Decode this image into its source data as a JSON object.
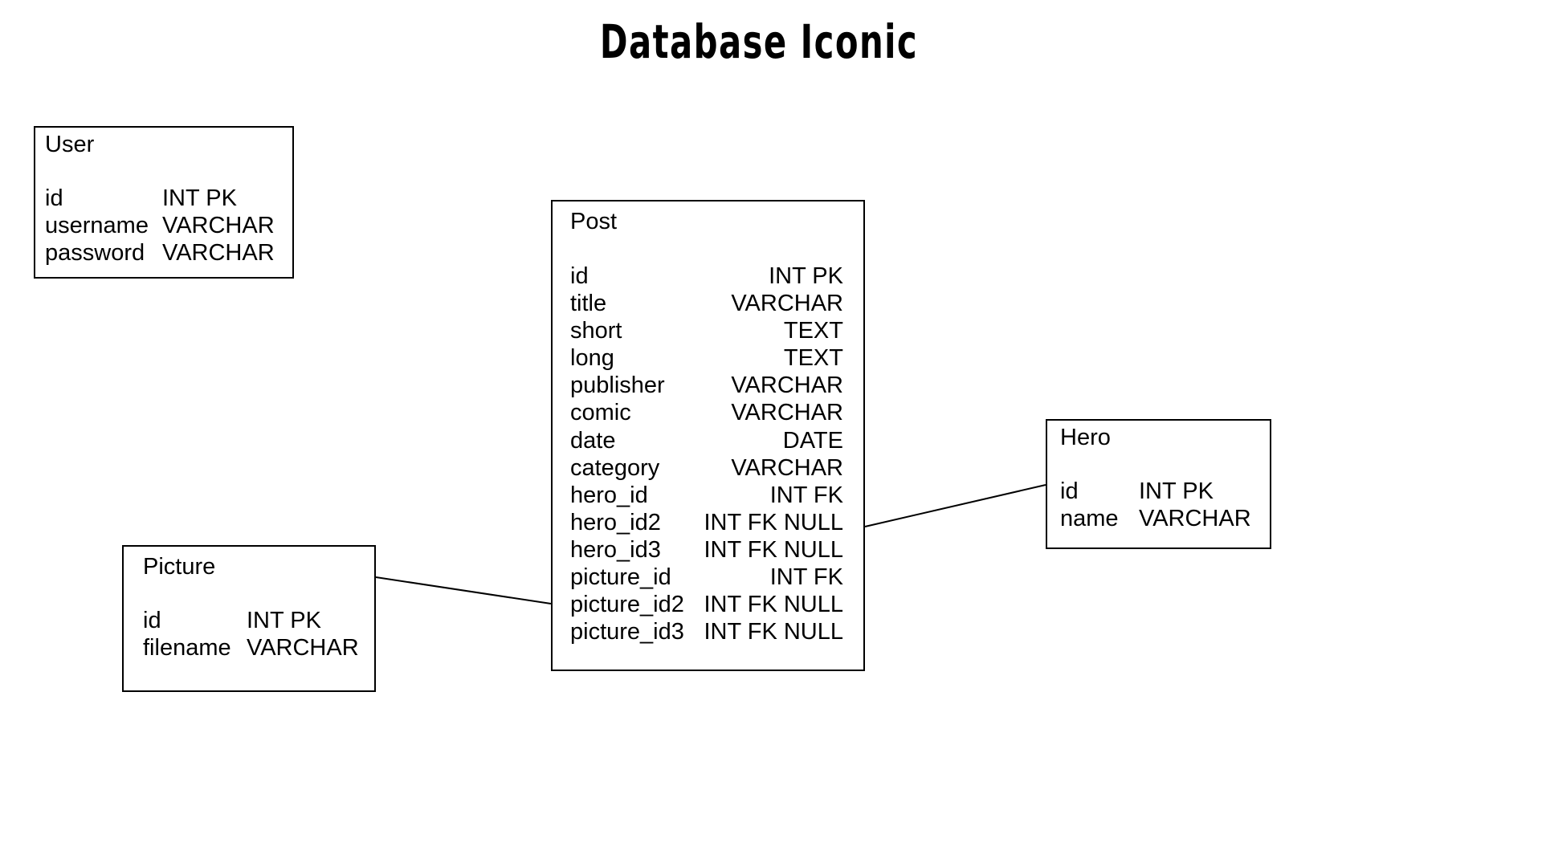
{
  "diagram": {
    "title": "Database Iconic"
  },
  "entities": {
    "user": {
      "name": "User",
      "fields": [
        {
          "name": "id",
          "type": "INT PK"
        },
        {
          "name": "username",
          "type": "VARCHAR"
        },
        {
          "name": "password",
          "type": "VARCHAR"
        }
      ]
    },
    "post": {
      "name": "Post",
      "fields": [
        {
          "name": "id",
          "type": "INT PK"
        },
        {
          "name": "title",
          "type": "VARCHAR"
        },
        {
          "name": "short",
          "type": "TEXT"
        },
        {
          "name": "long",
          "type": "TEXT"
        },
        {
          "name": "publisher",
          "type": "VARCHAR"
        },
        {
          "name": "comic",
          "type": "VARCHAR"
        },
        {
          "name": "date",
          "type": "DATE"
        },
        {
          "name": "category",
          "type": "VARCHAR"
        },
        {
          "name": "hero_id",
          "type": "INT FK"
        },
        {
          "name": "hero_id2",
          "type": "INT FK NULL"
        },
        {
          "name": "hero_id3",
          "type": "INT FK NULL"
        },
        {
          "name": "picture_id",
          "type": "INT FK"
        },
        {
          "name": "picture_id2",
          "type": "INT FK NULL"
        },
        {
          "name": "picture_id3",
          "type": "INT FK NULL"
        }
      ]
    },
    "hero": {
      "name": "Hero",
      "fields": [
        {
          "name": "id",
          "type": "INT PK"
        },
        {
          "name": "name",
          "type": "VARCHAR"
        }
      ]
    },
    "picture": {
      "name": "Picture",
      "fields": [
        {
          "name": "id",
          "type": "INT PK"
        },
        {
          "name": "filename",
          "type": "VARCHAR"
        }
      ]
    }
  },
  "relationships": [
    {
      "from": "Post",
      "to": "Hero"
    },
    {
      "from": "Post",
      "to": "Picture"
    }
  ]
}
